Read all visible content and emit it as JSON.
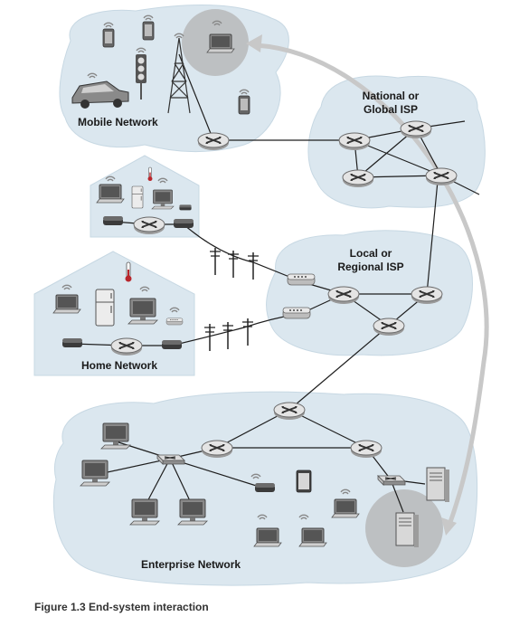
{
  "labels": {
    "mobile_network": "Mobile Network",
    "national_isp_line1": "National or",
    "national_isp_line2": "Global ISP",
    "local_isp_line1": "Local or",
    "local_isp_line2": "Regional ISP",
    "home_network": "Home Network",
    "enterprise_network": "Enterprise Network"
  },
  "caption": "Figure 1.3 End-system interaction",
  "colors": {
    "cloud": "#dbe7ef",
    "cloud_edge": "#c7d8e3",
    "router": "#e4e4e4",
    "link": "#1e1e1e",
    "arrow": "#c8c8c8",
    "highlight": "#b3b3b3"
  },
  "icons": [
    "router-icon",
    "switch-icon",
    "modem-icon",
    "laptop-icon",
    "desktop-icon",
    "phone-icon",
    "tablet-icon",
    "server-icon",
    "cell-tower-icon",
    "traffic-light-icon",
    "car-icon",
    "refrigerator-icon",
    "thermometer-icon",
    "utility-pole-icon",
    "wireless-signal-icon"
  ]
}
